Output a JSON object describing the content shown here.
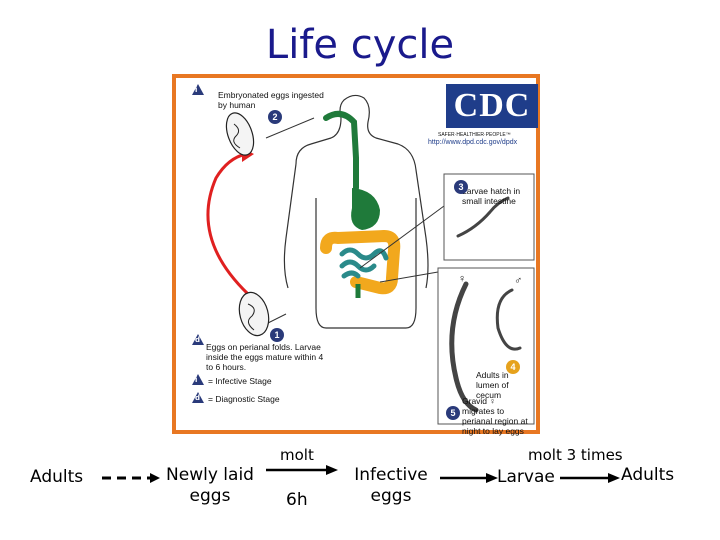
{
  "title": "Life cycle",
  "diagram": {
    "cdc_logo": "CDC",
    "cdc_tagline": "SAFER·HEALTHIER·PEOPLE™",
    "cdc_url": "http://www.dpd.cdc.gov/dpdx",
    "steps": {
      "step1": "Eggs on perianal folds. Larvae inside the eggs mature within 4 to 6 hours.",
      "step2": "Embryonated eggs ingested by human",
      "step3": "Larvae hatch in small intestine",
      "step4": "Adults in lumen of cecum",
      "step5": "Gravid ♀ migrates to perianal region at night to lay eggs"
    },
    "numbers": [
      "1",
      "2",
      "3",
      "4",
      "5"
    ],
    "legend": {
      "infective": "= Infective Stage",
      "diagnostic": "= Diagnostic Stage",
      "infective_marker": "i",
      "diagnostic_marker": "d"
    },
    "sex_symbols": {
      "female": "♀",
      "male": "♂"
    }
  },
  "flow": {
    "adults_left": "Adults",
    "newly_laid": "Newly laid\neggs",
    "molt_1": "molt",
    "time_1": "6h",
    "infective_eggs": "Infective\neggs",
    "molt_2": "molt 3 times",
    "larvae": "Larvae",
    "adults_right": "Adults"
  },
  "colors": {
    "title": "#1a1a8c",
    "frame": "#e87722",
    "infection_arrow": "#e02020",
    "gut_green": "#1f7a3a",
    "gut_orange": "#f2a81d",
    "gut_teal": "#2a8a8a",
    "badge_blue": "#2a3a7a",
    "badge_yellow": "#e6a21d"
  }
}
